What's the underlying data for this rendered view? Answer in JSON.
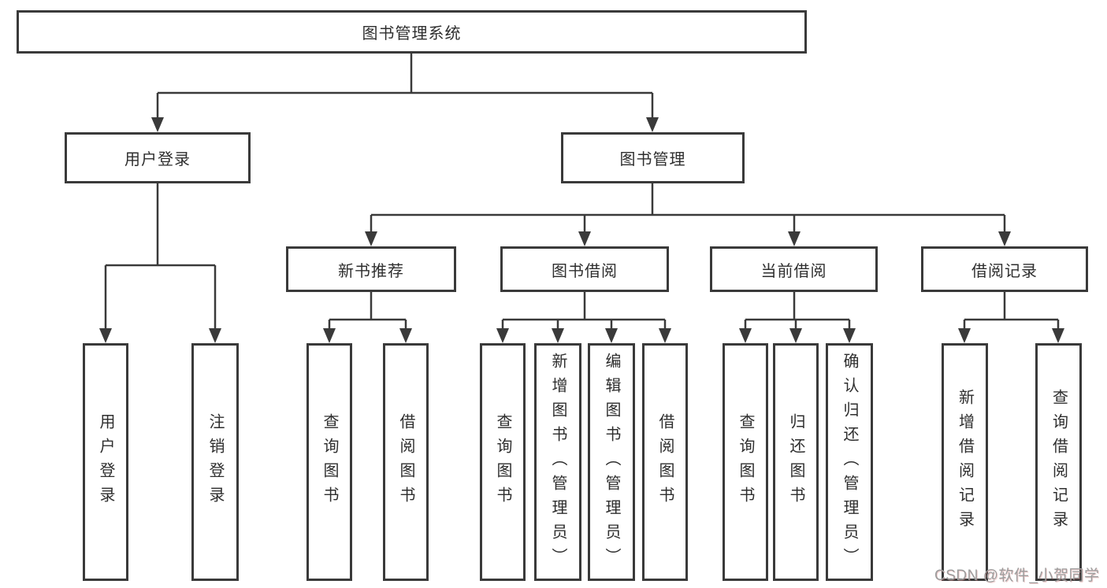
{
  "diagram": {
    "root": {
      "label": "图书管理系统"
    },
    "branches": [
      {
        "label": "用户登录",
        "children": [
          "用户登录",
          "注销登录"
        ]
      },
      {
        "label": "图书管理",
        "modules": [
          {
            "label": "新书推荐",
            "children": [
              "查询图书",
              "借阅图书"
            ]
          },
          {
            "label": "图书借阅",
            "children": [
              "查询图书",
              "新增图书（管理员）",
              "编辑图书（管理员）",
              "借阅图书"
            ]
          },
          {
            "label": "当前借阅",
            "children": [
              "查询图书",
              "归还图书",
              "确认归还（管理员）"
            ]
          },
          {
            "label": "借阅记录",
            "children": [
              "新增借阅记录",
              "查询借阅记录"
            ]
          }
        ]
      }
    ],
    "watermark": "CSDN @软件_小贺同学",
    "colors": {
      "line": "#3a3a3a",
      "text": "#2e2e2e",
      "watermark": "#9d9d9d"
    }
  }
}
